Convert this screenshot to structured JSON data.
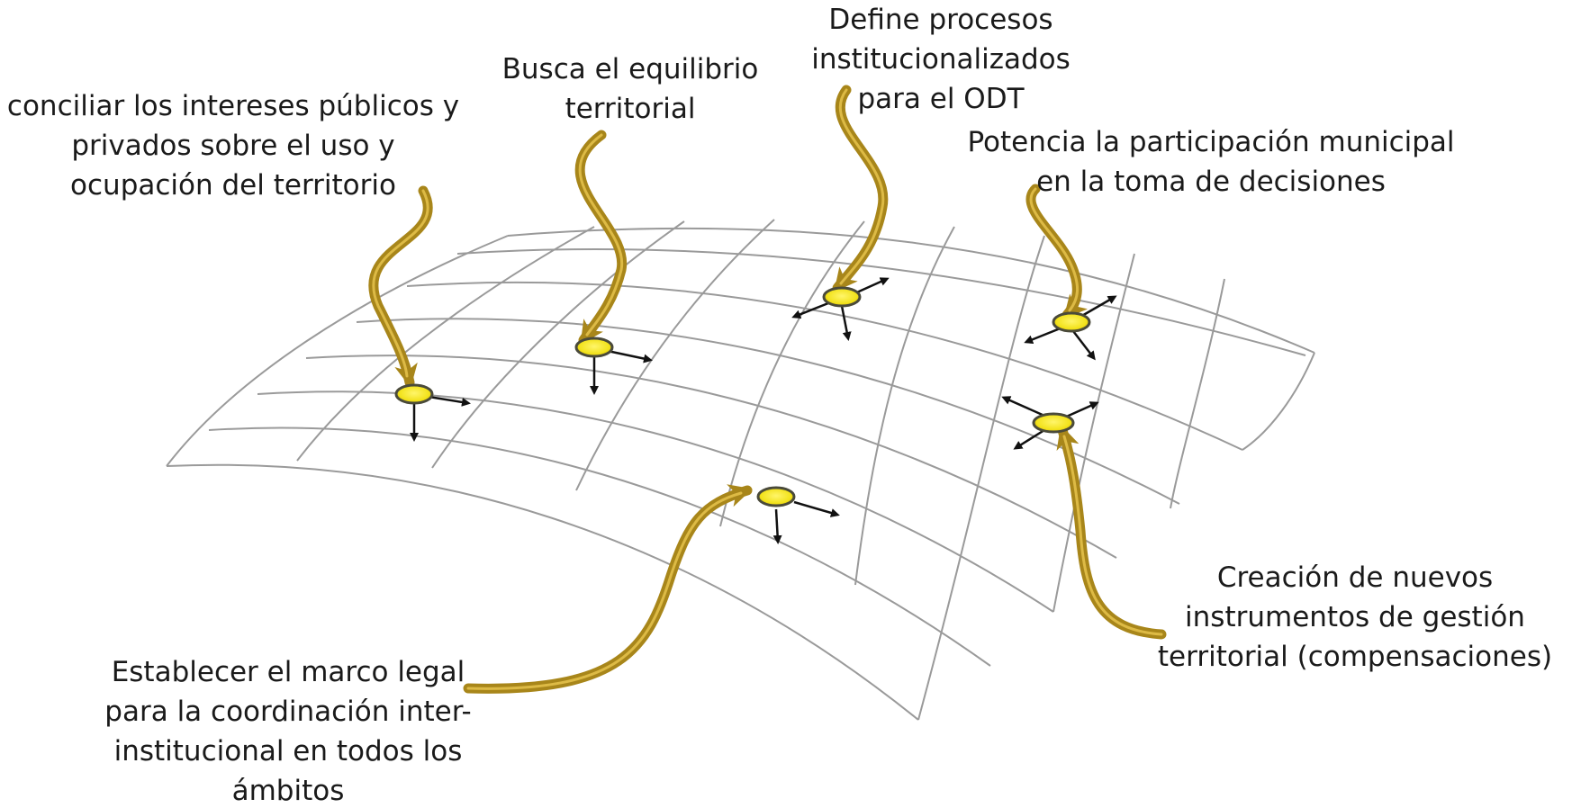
{
  "diagram": {
    "colors": {
      "arrow_gold": "#a8861a",
      "arrow_gold_light": "#d9b73a",
      "node_fill": "#f2e21a",
      "node_ring": "#4a4a3a",
      "grid_line": "#9a9a9a",
      "vector_arrow": "#111111",
      "text": "#1a1a1a"
    },
    "labels": [
      {
        "id": "conciliar",
        "lines": [
          "conciliar los intereses públicos y",
          "privados sobre el uso y",
          "ocupación del territorio"
        ]
      },
      {
        "id": "equilibrio",
        "lines": [
          "Busca el equilibrio",
          "territorial"
        ]
      },
      {
        "id": "define",
        "lines": [
          "Define procesos",
          "institucionalizados",
          "para el ODT"
        ]
      },
      {
        "id": "potencia",
        "lines": [
          "Potencia la participación municipal",
          "en la toma de decisiones"
        ]
      },
      {
        "id": "creacion",
        "lines": [
          "Creación de nuevos",
          "instrumentos de gestión",
          "territorial (compensaciones)"
        ]
      },
      {
        "id": "marco",
        "lines": [
          "Establecer el marco legal",
          "para la coordinación inter-",
          "institucional en todos los",
          "ámbitos"
        ]
      }
    ]
  }
}
